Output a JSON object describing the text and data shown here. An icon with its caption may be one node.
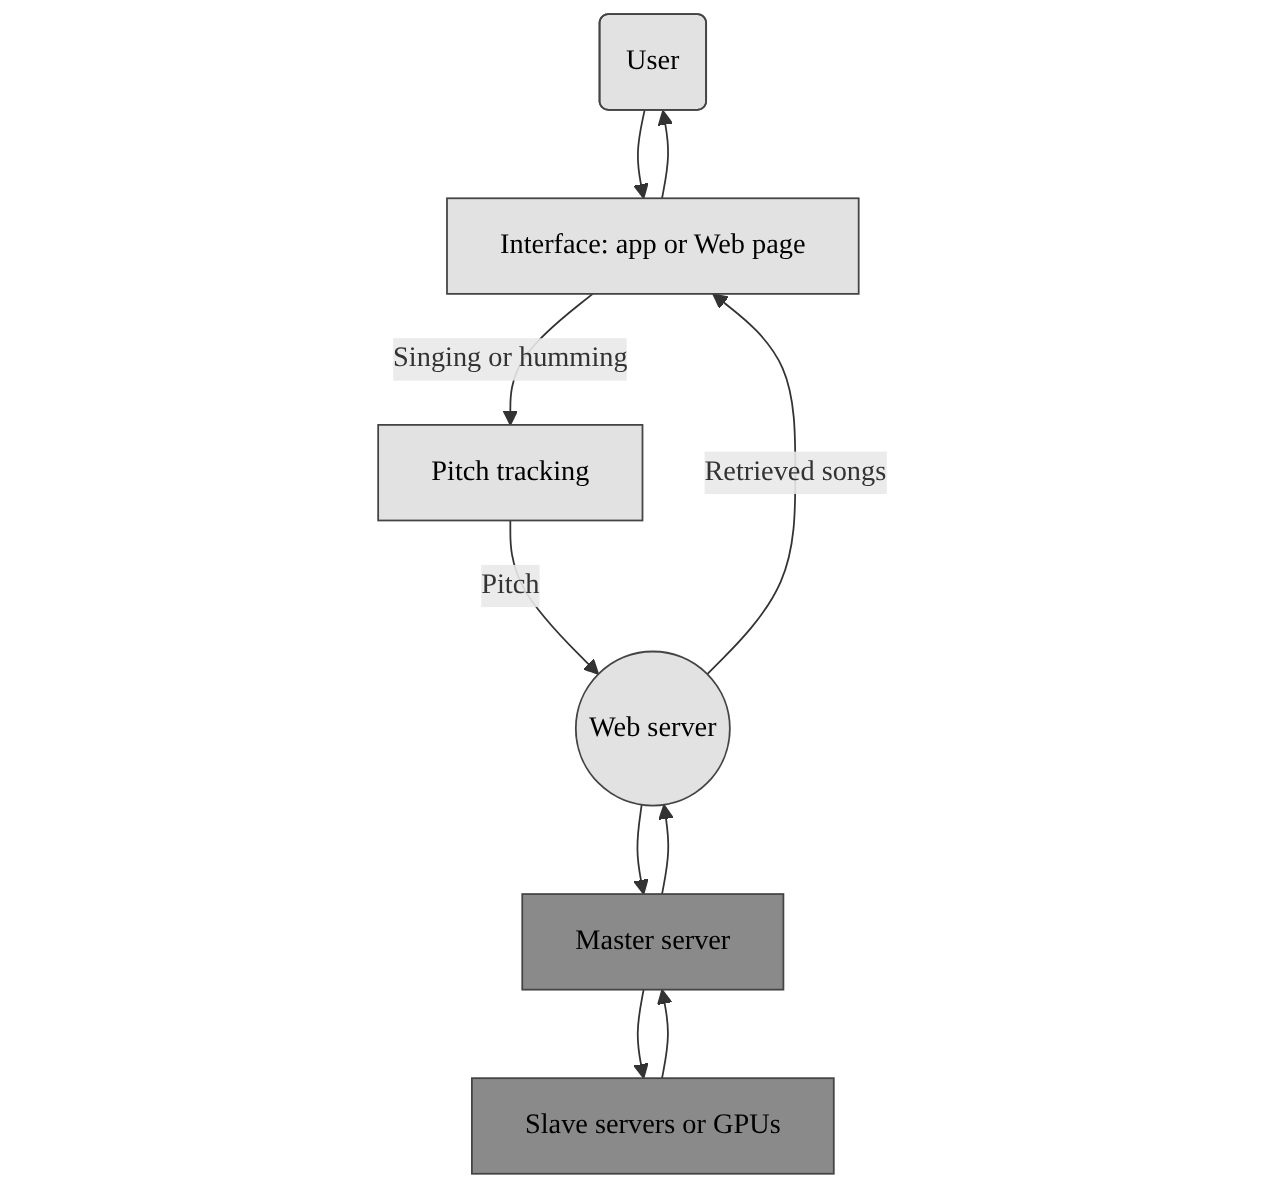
{
  "diagram": {
    "nodes": [
      {
        "text": [
          "User"
        ]
      },
      {
        "text": [
          "Interface: app or Web page"
        ]
      },
      {
        "text": [
          "Pitch tracking"
        ]
      },
      {
        "text": [
          "Web server"
        ]
      },
      {
        "text": [
          "Master server"
        ]
      },
      {
        "text": [
          "Slave servers or GPUs"
        ]
      }
    ],
    "edges": [
      {
        "from": 0,
        "to": 1,
        "arrow": "to"
      },
      {
        "from": 1,
        "to": 2,
        "arrow": "to",
        "label": "Singing or humming"
      },
      {
        "from": 2,
        "to": 3,
        "arrow": "to",
        "label": "Pitch"
      },
      {
        "from": 3,
        "to": 1,
        "arrow": "to",
        "label": "Retrieved songs"
      },
      {
        "from": 1,
        "to": 0,
        "arrow": "to"
      },
      {
        "from": 3,
        "to": 4,
        "arrow": "to"
      },
      {
        "from": 4,
        "to": 3,
        "arrow": "to"
      },
      {
        "from": 4,
        "to": 5,
        "arrow": "to"
      },
      {
        "from": 5,
        "to": 4,
        "arrow": "to"
      }
    ]
  }
}
